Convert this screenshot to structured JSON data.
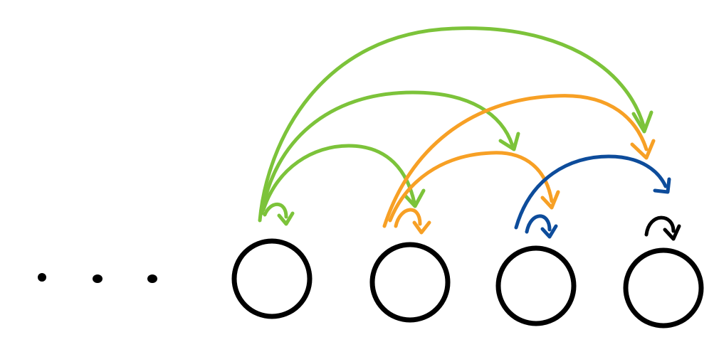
{
  "diagram": {
    "ellipsis_dots": 3,
    "states": [
      {
        "id": "s1"
      },
      {
        "id": "s2"
      },
      {
        "id": "s3"
      },
      {
        "id": "s4"
      }
    ],
    "transitions": [
      {
        "from": "s1",
        "to": "s1",
        "color": "green"
      },
      {
        "from": "s1",
        "to": "s2",
        "color": "green"
      },
      {
        "from": "s1",
        "to": "s3",
        "color": "green"
      },
      {
        "from": "s1",
        "to": "s4",
        "color": "green"
      },
      {
        "from": "s2",
        "to": "s2",
        "color": "orange"
      },
      {
        "from": "s2",
        "to": "s3",
        "color": "orange"
      },
      {
        "from": "s2",
        "to": "s4",
        "color": "orange"
      },
      {
        "from": "s3",
        "to": "s3",
        "color": "blue"
      },
      {
        "from": "s3",
        "to": "s4",
        "color": "blue"
      },
      {
        "from": "s4",
        "to": "s4",
        "color": "black"
      }
    ],
    "colors": {
      "green": "#7cc33a",
      "orange": "#f7a025",
      "blue": "#0d4c9b",
      "black": "#000000"
    }
  }
}
